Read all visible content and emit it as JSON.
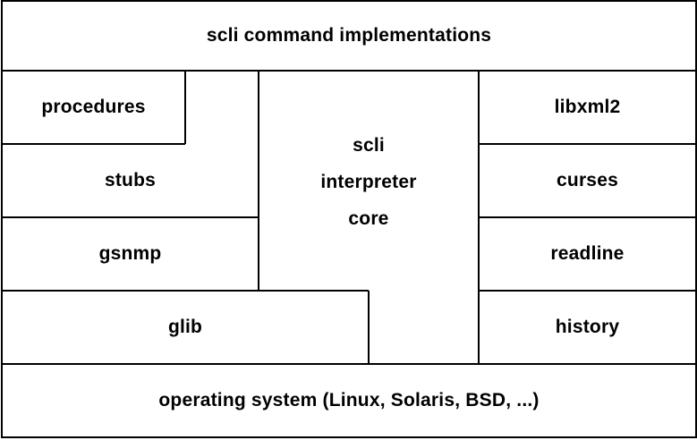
{
  "diagram": {
    "top": "scli command implementations",
    "left": {
      "procedures": "procedures",
      "stubs": "stubs",
      "gsnmp": "gsnmp",
      "glib": "glib"
    },
    "core": {
      "line1": "scli",
      "line2": "interpreter",
      "line3": "core"
    },
    "right": {
      "libxml2": "libxml2",
      "curses": "curses",
      "readline": "readline",
      "history": "history"
    },
    "bottom": "operating system (Linux, Solaris, BSD, ...)"
  },
  "colors": {
    "line": "#000000",
    "background": "#ffffff"
  }
}
